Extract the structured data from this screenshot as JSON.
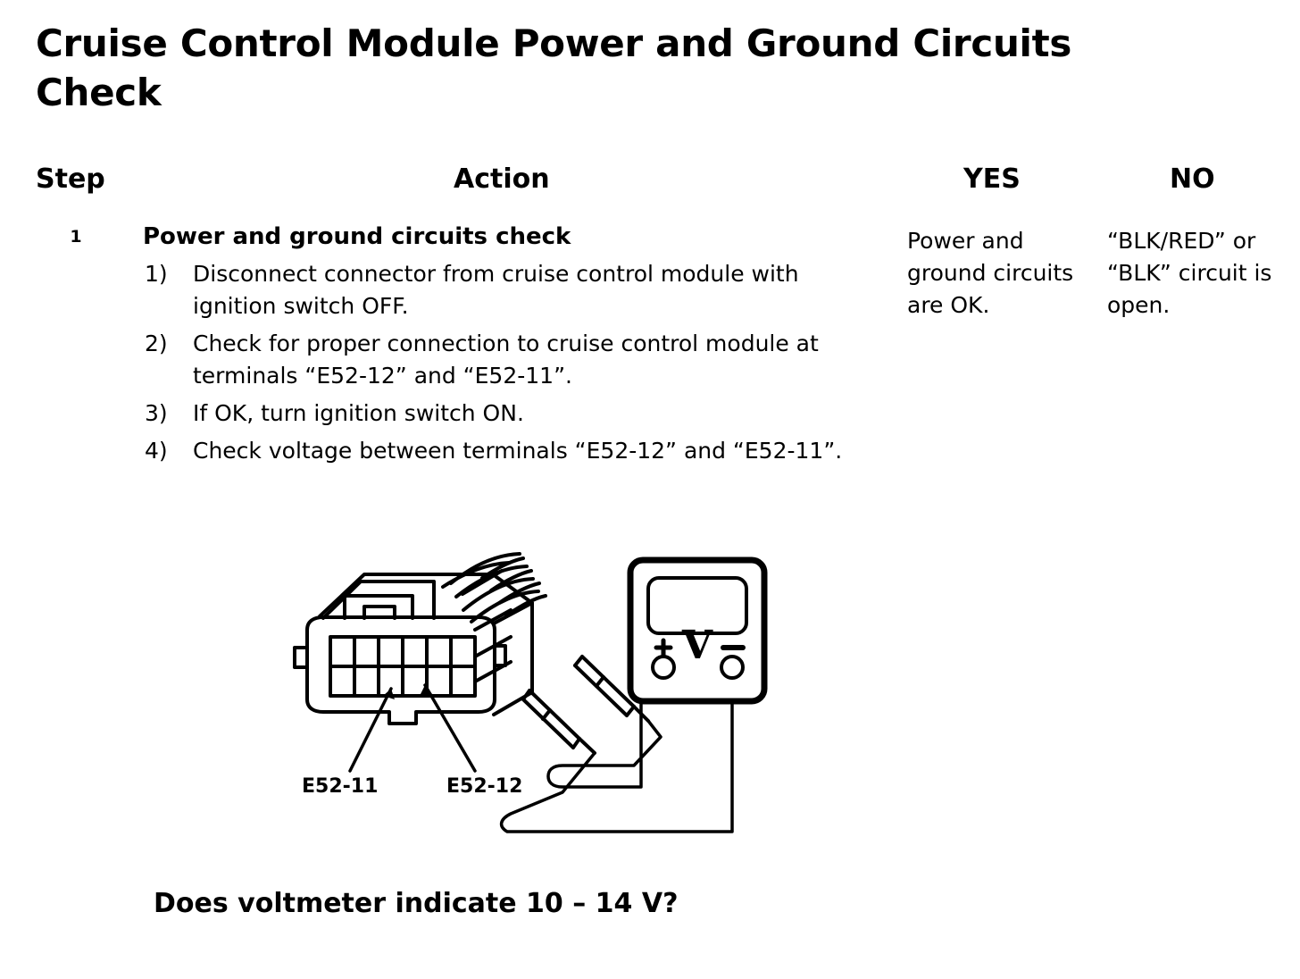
{
  "document": {
    "title": "Cruise Control Module Power and Ground Circuits Check"
  },
  "table": {
    "headers": {
      "step": "Step",
      "action": "Action",
      "yes": "YES",
      "no": "NO"
    },
    "rows": [
      {
        "step": "1",
        "action_title": "Power and ground circuits check",
        "action_steps": [
          {
            "marker": "1)",
            "text": "Disconnect connector from cruise control module with ignition switch OFF."
          },
          {
            "marker": "2)",
            "text": "Check for proper connection to cruise control module at terminals “E52-12” and “E52-11”."
          },
          {
            "marker": "3)",
            "text": "If OK, turn ignition switch ON."
          },
          {
            "marker": "4)",
            "text": "Check voltage between terminals “E52-12” and “E52-11”."
          }
        ],
        "yes": "Power and ground circuits are OK.",
        "no": "“BLK/RED” or “BLK” circuit is open."
      }
    ]
  },
  "figure": {
    "connector_label_left": "E52-11",
    "connector_label_right": "E52-12",
    "meter_plus": "+",
    "meter_unit": "V",
    "meter_minus": "−",
    "pin_columns": 6,
    "pin_rows": 2
  },
  "question": "Does voltmeter indicate 10 – 14 V?",
  "colors": {
    "background": "#ffffff",
    "ink": "#000000"
  }
}
